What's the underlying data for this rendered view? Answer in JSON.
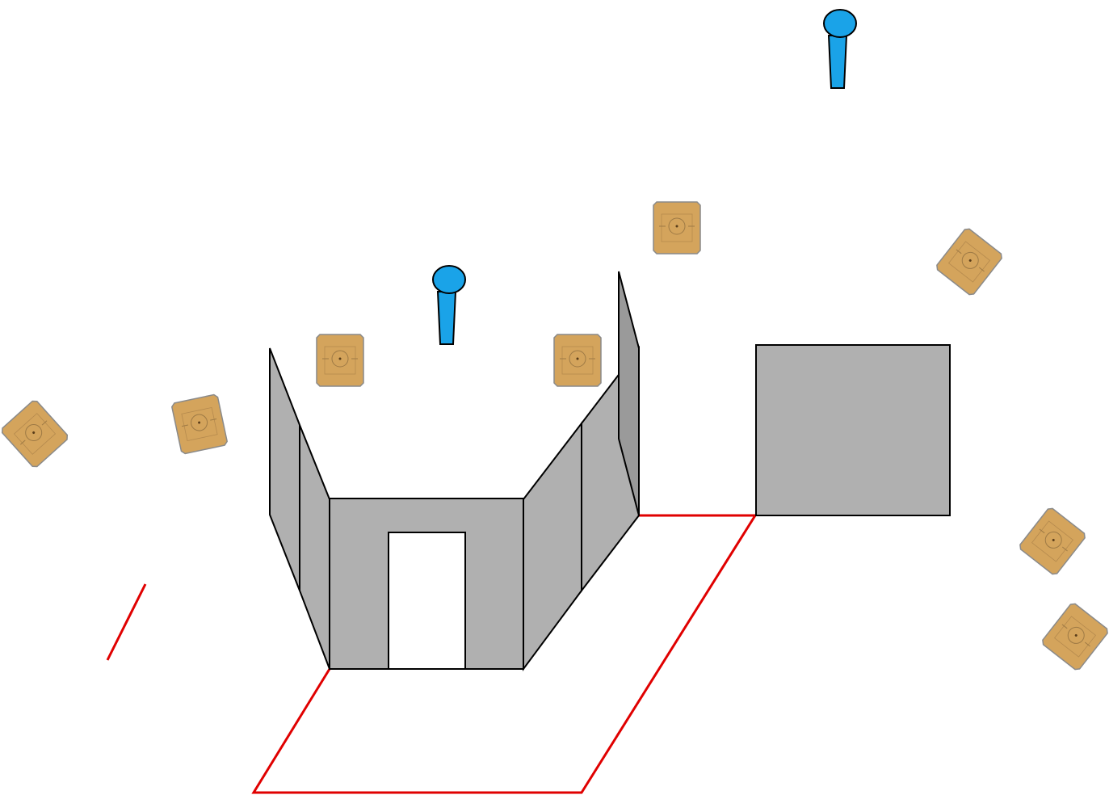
{
  "scene": {
    "colors": {
      "background": "#ffffff",
      "wall_fill": "#b0b0b0",
      "wall_fill_dark": "#9a9a9a",
      "outline": "#000000",
      "boundary": "#e00000",
      "target_fill": "#d4a45c",
      "target_stroke": "#8a8a8a",
      "shooter_fill": "#1aa3e8"
    },
    "objects": {
      "shooters": [
        {
          "name": "shooter",
          "icon": "shooter-icon"
        },
        {
          "name": "shooter",
          "icon": "shooter-icon"
        }
      ],
      "targets": [
        {
          "name": "target",
          "icon": "target-icon"
        },
        {
          "name": "target",
          "icon": "target-icon"
        },
        {
          "name": "target",
          "icon": "target-icon"
        },
        {
          "name": "target",
          "icon": "target-icon"
        },
        {
          "name": "target",
          "icon": "target-icon"
        },
        {
          "name": "target",
          "icon": "target-icon"
        },
        {
          "name": "target",
          "icon": "target-icon"
        },
        {
          "name": "target",
          "icon": "target-icon"
        }
      ],
      "walls": [
        "wall-panel",
        "doorway",
        "barricade"
      ],
      "boundaries": [
        "fault-line"
      ]
    }
  }
}
